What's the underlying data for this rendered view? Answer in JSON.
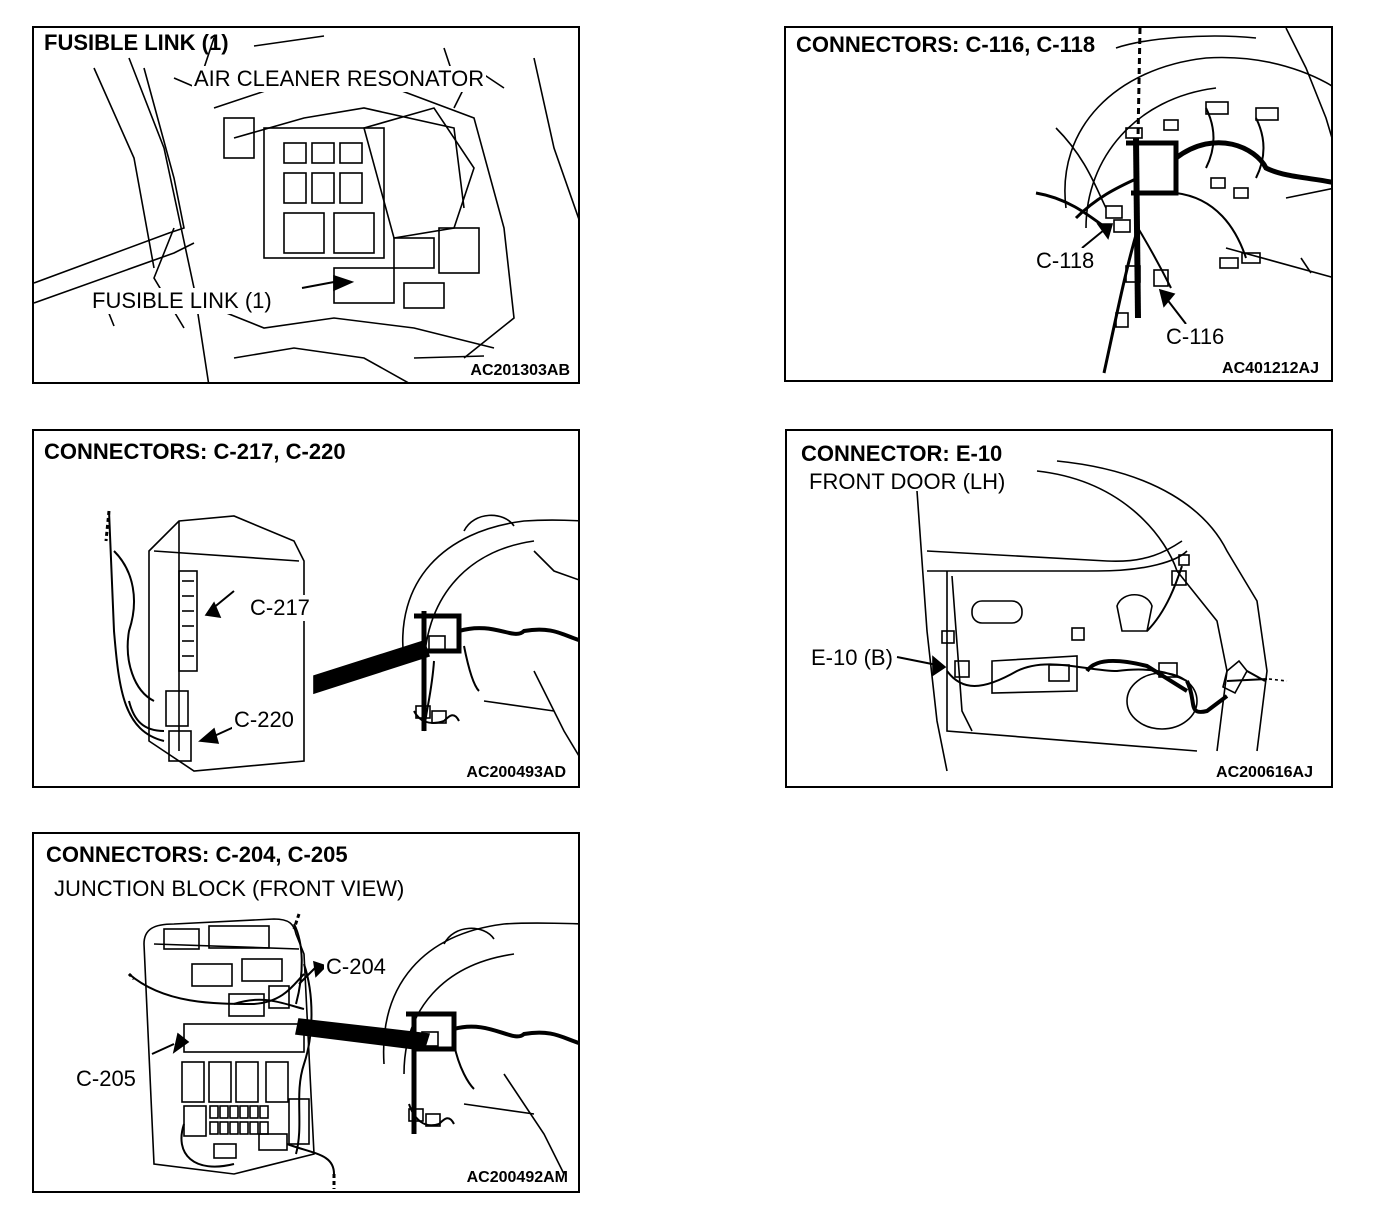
{
  "panels": [
    {
      "title": "FUSIBLE LINK (1)",
      "labels": [
        "AIR CLEANER RESONATOR",
        "FUSIBLE LINK (1)"
      ],
      "code": "AC201303AB"
    },
    {
      "title": "CONNECTORS: C-116, C-118",
      "labels": [
        "C-118",
        "C-116"
      ],
      "code": "AC401212AJ"
    },
    {
      "title": "CONNECTORS: C-217, C-220",
      "labels": [
        "C-217",
        "C-220"
      ],
      "code": "AC200493AD"
    },
    {
      "title": "CONNECTOR: E-10",
      "subtitle": "FRONT DOOR (LH)",
      "labels": [
        "E-10 (B)"
      ],
      "code": "AC200616AJ"
    },
    {
      "title": "CONNECTORS: C-204, C-205",
      "subtitle": "JUNCTION BLOCK (FRONT VIEW)",
      "labels": [
        "C-204",
        "C-205"
      ],
      "code": "AC200492AM"
    }
  ]
}
